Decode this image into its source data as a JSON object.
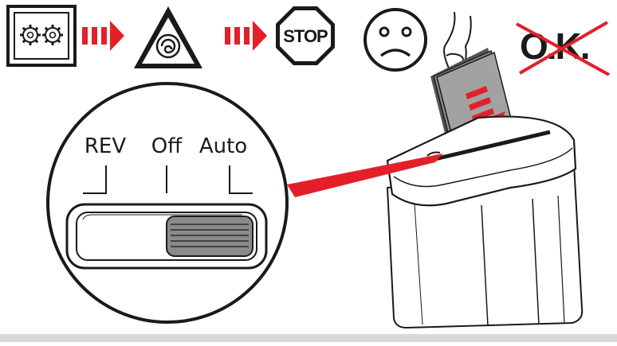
{
  "icons": {
    "gears_icon": "gears-icon",
    "motor_warning_icon": "motor-overheat-warning-icon",
    "stop_sign": "STOP",
    "sad_face": "sad-face-icon",
    "ok_crossed": "O.K."
  },
  "switch": {
    "positions": [
      "REV",
      "Off",
      "Auto"
    ],
    "selected": "Auto"
  },
  "colors": {
    "accent_red": "#e3202a",
    "paper_gray": "#9a9a9a",
    "line_dark": "#1a1a1a",
    "slider_knob": "#8a8a8a"
  }
}
